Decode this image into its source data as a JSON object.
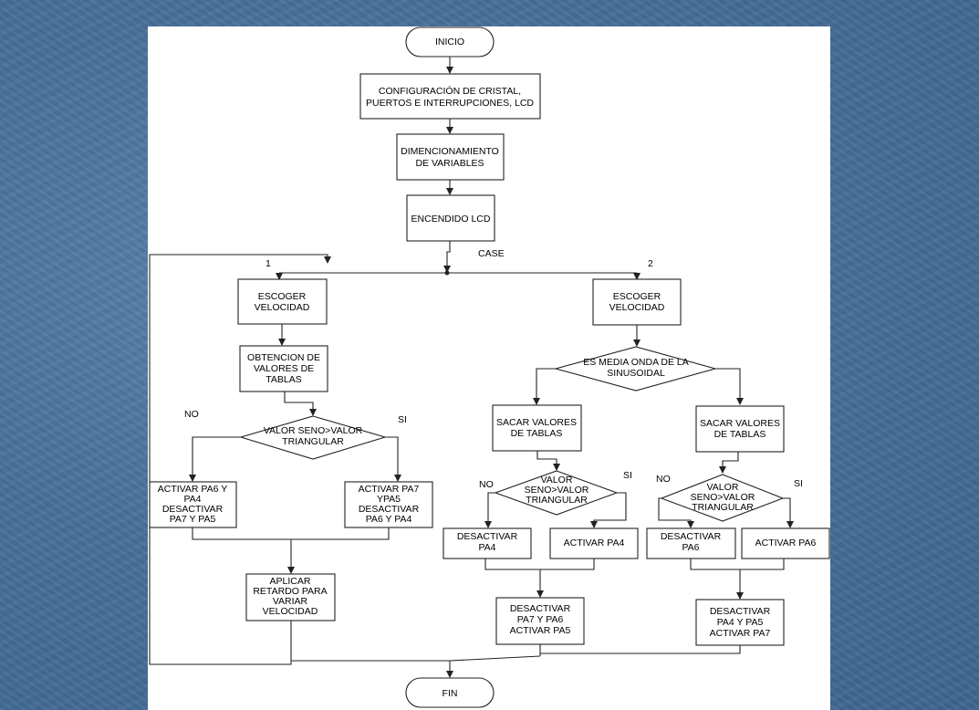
{
  "diagram": {
    "start": "INICIO",
    "config": [
      "CONFIGURACIÓN DE CRISTAL,",
      "PUERTOS E INTERRUPCIONES, LCD"
    ],
    "dim": [
      "DIMENCIONAMIENTO",
      "DE VARIABLES"
    ],
    "lcd": "ENCENDIDO LCD",
    "case_label": "CASE",
    "case_1": "1",
    "case_2": "2",
    "left": {
      "choose": [
        "ESCOGER",
        "VELOCIDAD"
      ],
      "obtain": [
        "OBTENCION DE",
        "VALORES DE",
        "TABLAS"
      ],
      "compare": [
        "VALOR SENO>VALOR",
        "TRIANGULAR"
      ],
      "no": "NO",
      "si": "SI",
      "no_action": [
        "ACTIVAR PA6 Y",
        "PA4",
        "DESACTIVAR",
        "PA7 Y PA5"
      ],
      "si_action": [
        "ACTIVAR PA7",
        "YPA5",
        "DESACTIVAR",
        "PA6 Y PA4"
      ],
      "delay": [
        "APLICAR",
        "RETARDO PARA",
        "VARIAR",
        "VELOCIDAD"
      ]
    },
    "right": {
      "choose": [
        "ESCOGER",
        "VELOCIDAD"
      ],
      "half": [
        "ES MEDIA ONDA DE LA",
        "SINUSOIDAL"
      ],
      "a": {
        "table": [
          "SACAR VALORES",
          "DE TABLAS"
        ],
        "compare": [
          "VALOR",
          "SENO>VALOR",
          "TRIANGULAR"
        ],
        "no": "NO",
        "si": "SI",
        "no_action": [
          "DESACTIVAR",
          "PA4"
        ],
        "si_action": "ACTIVAR PA4",
        "final": [
          "DESACTIVAR",
          "PA7 Y PA6",
          "ACTIVAR PA5"
        ]
      },
      "b": {
        "table": [
          "SACAR VALORES",
          "DE TABLAS"
        ],
        "compare": [
          "VALOR",
          "SENO>VALOR",
          "TRIANGULAR"
        ],
        "no": "NO",
        "si": "SI",
        "no_action": [
          "DESACTIVAR",
          "PA6"
        ],
        "si_action": "ACTIVAR PA6",
        "final": [
          "DESACTIVAR",
          "PA4 Y PA5",
          "ACTIVAR PA7"
        ]
      }
    },
    "end": "FIN"
  }
}
